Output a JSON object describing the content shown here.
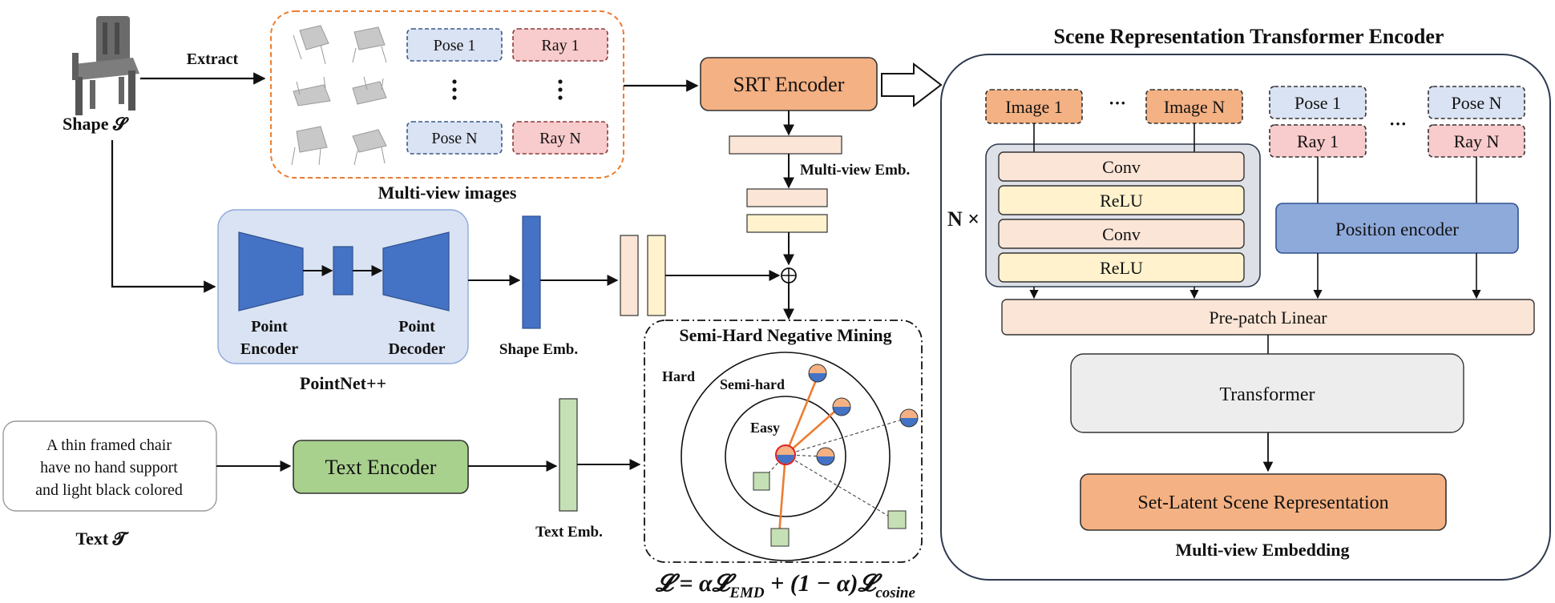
{
  "shape_label": "Shape 𝓢",
  "extract_label": "Extract",
  "pose_first": "Pose 1",
  "pose_last": "Pose N",
  "ray_first": "Ray 1",
  "ray_last": "Ray N",
  "multiview_images_label": "Multi-view images",
  "srt_encoder_label": "SRT Encoder",
  "multiview_emb_label": "Multi-view Emb.",
  "point_encoder_label": [
    "Point",
    "Encoder"
  ],
  "point_decoder_label": [
    "Point",
    "Decoder"
  ],
  "pointnet_label": "PointNet++",
  "shape_emb_label": "Shape Emb.",
  "text_input": [
    "A thin framed chair",
    "have no hand support",
    "and light black colored"
  ],
  "text_label": "Text 𝓣",
  "text_encoder_label": "Text Encoder",
  "text_emb_label": "Text Emb.",
  "mining": {
    "title": "Semi-Hard Negative Mining",
    "hard": "Hard",
    "semi_hard": "Semi-hard",
    "easy": "Easy"
  },
  "loss_formula": "𝓛 = α𝓛_EMD + (1 − α)𝓛_cosine",
  "srt": {
    "title": "Scene Representation Transformer Encoder",
    "image_first": "Image 1",
    "image_last": "Image N",
    "pose_first": "Pose 1",
    "pose_last": "Pose N",
    "ray_first": "Ray 1",
    "ray_last": "Ray N",
    "ellipsis": "···",
    "n_times": "N ×",
    "layers": [
      "Conv",
      "ReLU",
      "Conv",
      "ReLU"
    ],
    "position_encoder": "Position encoder",
    "pre_patch_linear": "Pre-patch Linear",
    "transformer": "Transformer",
    "set_latent": "Set-Latent Scene Representation",
    "caption": "Multi-view Embedding"
  },
  "colors": {
    "orange_box": "#f4b183",
    "peach": "#fbe5d6",
    "yellow": "#fff2cc",
    "blue_dark": "#4472c4",
    "blue_light": "#dae3f3",
    "blue_mid": "#8eaadb",
    "pink": "#f8cbcc",
    "green": "#a9d18e",
    "green_light": "#c5e0b4",
    "gray": "#ededed",
    "orange_line": "#ed7d31"
  }
}
